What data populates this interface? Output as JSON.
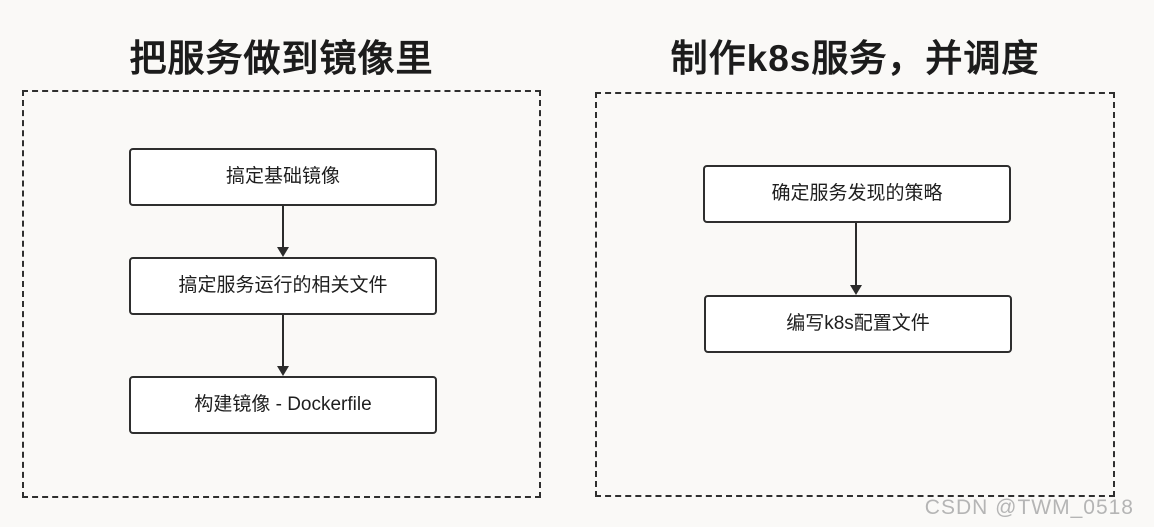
{
  "page": {
    "background": "#faf9f7",
    "line_color": "#2b2b2b",
    "box_fill": "#ffffff",
    "text_color": "#1e1e1e",
    "watermark": "CSDN @TWM_0518",
    "watermark_color": "#b5b5b5"
  },
  "flowcharts": [
    {
      "title": "把服务做到镜像里",
      "steps": [
        "搞定基础镜像",
        "搞定服务运行的相关文件",
        "构建镜像 - Dockerfile"
      ]
    },
    {
      "title": "制作k8s服务，并调度",
      "steps": [
        "确定服务发现的策略",
        "编写k8s配置文件"
      ]
    }
  ]
}
